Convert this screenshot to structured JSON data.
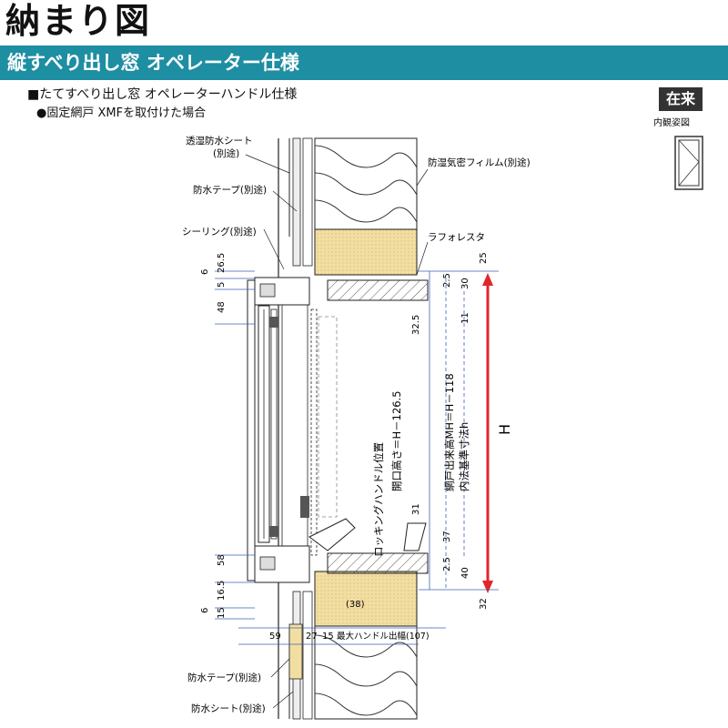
{
  "title": "納まり図",
  "banner": "縦すべり出し窓 オペレーター仕様",
  "spec": "■たてすべり出し窓 オペレーターハンドル仕様",
  "sub": "●固定網戸 XMFを取付けた場合",
  "badge": {
    "label": "在来",
    "caption": "内観姿図"
  },
  "callouts": {
    "moisture_sheet": "透湿防水シート",
    "separate_1": "(別途)",
    "waterproof_tape_top": "防水テープ(別途)",
    "sealing": "シーリング(別途)",
    "vapor_film": "防湿気密フィルム(別途)",
    "lath": "ラフォレスタ",
    "waterproof_tape_bottom": "防水テープ(別途)",
    "waterproof_sheet_bottom": "防水シート(別途)"
  },
  "dimensions": {
    "d6_top": "6",
    "d26_5": "26.5",
    "d5": "5",
    "d48": "48",
    "d58": "58",
    "d16_5": "16.5",
    "d6_bot": "6",
    "d15": "15",
    "d25": "25",
    "d2_5_top": "2.5",
    "d30": "30",
    "d11": "11",
    "d32_5": "32.5",
    "d31": "31",
    "d37": "37",
    "d2_5_bot": "2.5",
    "d40": "40",
    "d32": "32",
    "d38": "(38)",
    "d59": "59",
    "d27": "27",
    "d15_bottom": "15",
    "handle_protrusion": "最大ハンドル出幅(107)"
  },
  "vertical_labels": {
    "opening_height": "開口高さ＝H－126.5",
    "screen_height": "網戸出来高MH＝H－118",
    "inner_standard": "内法基準寸法h",
    "handle_position": "ロッキングハンドル位置",
    "H": "H"
  },
  "colors": {
    "banner": "#1e8ea3",
    "wood": "#f3dea2",
    "red_arrow": "#e0262b",
    "dim_blue": "#3b63b8"
  }
}
